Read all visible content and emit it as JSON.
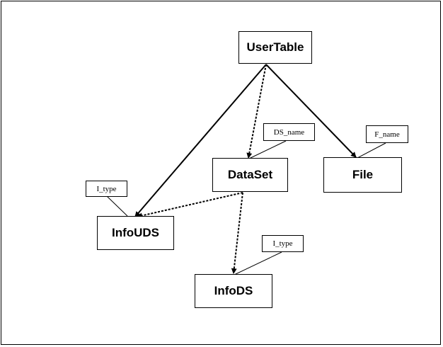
{
  "nodes": {
    "usertable": "UserTable",
    "dataset": "DataSet",
    "file": "File",
    "infouds": "InfoUDS",
    "infods": "InfoDS"
  },
  "tags": {
    "ds_name": "DS_name",
    "f_name": "F_name",
    "infouds_type": "I_type",
    "infods_type": "I_type"
  },
  "edges": [
    {
      "from": "UserTable",
      "to": "InfoUDS"
    },
    {
      "from": "UserTable",
      "to": "DataSet"
    },
    {
      "from": "UserTable",
      "to": "File"
    },
    {
      "from": "DataSet",
      "to": "InfoUDS"
    },
    {
      "from": "DataSet",
      "to": "InfoDS"
    }
  ]
}
